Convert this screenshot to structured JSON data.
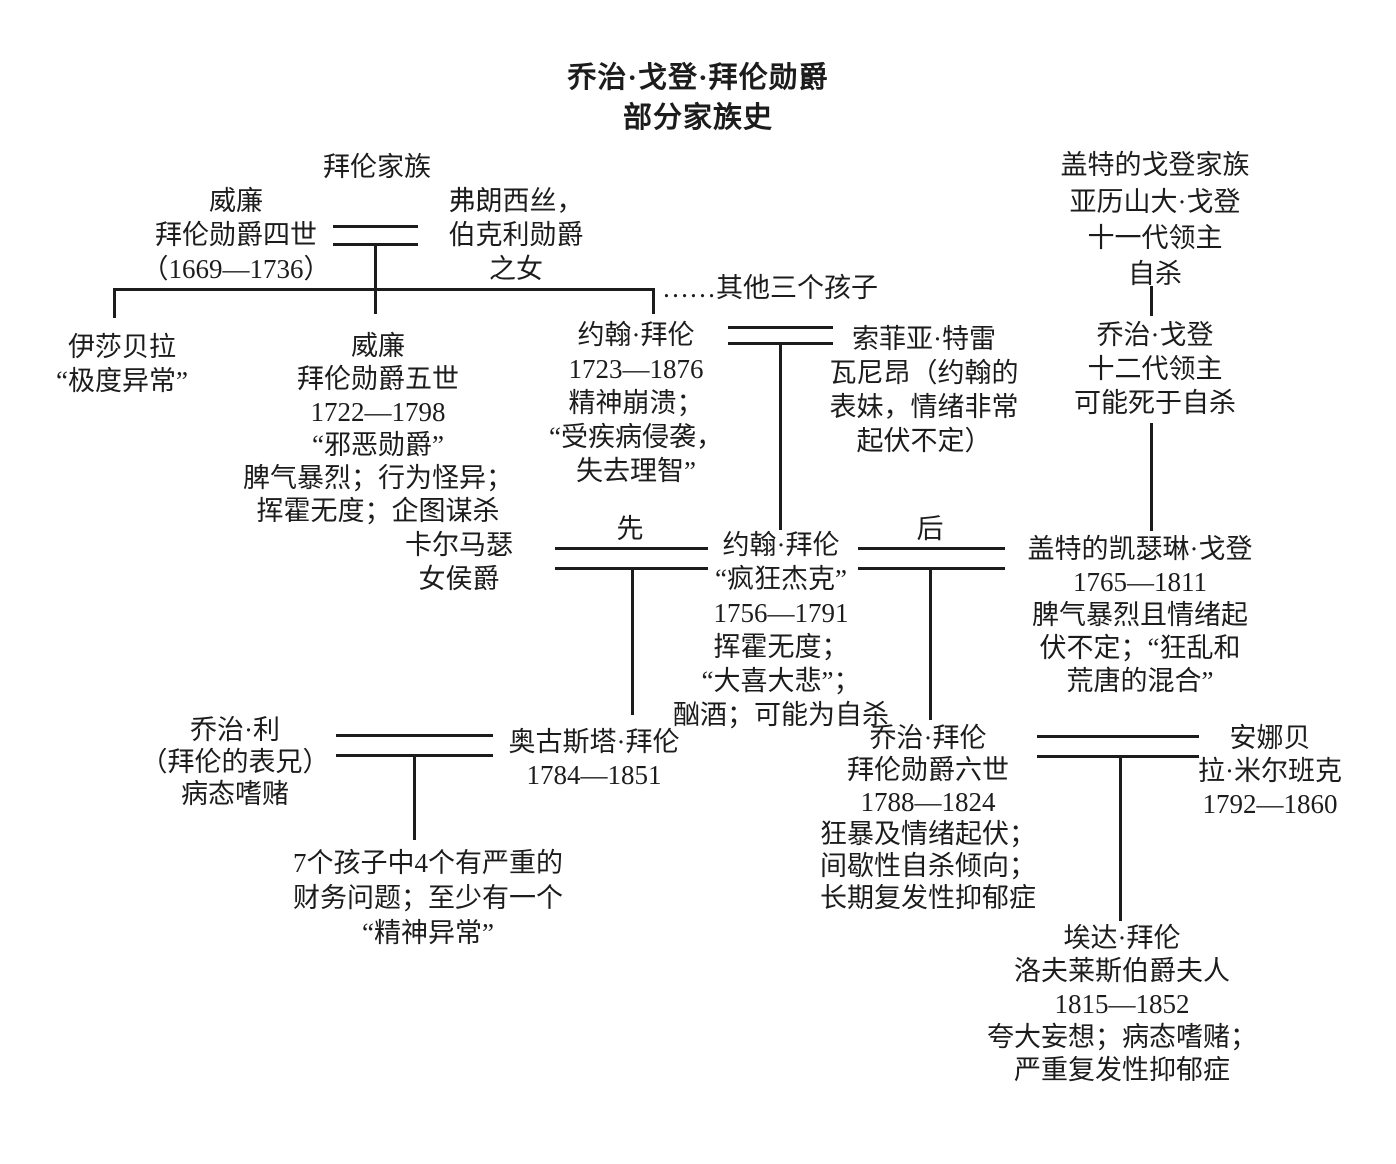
{
  "title": "乔治·戈登·拜伦勋爵\n部分家族史",
  "family_labels": {
    "byron": "拜伦家族",
    "gordon": "盖特的戈登家族"
  },
  "marriage_order_labels": {
    "first": "先",
    "second": "后"
  },
  "notes": {
    "other_children": "……其他三个孩子",
    "leigh_children": "7个孩子中4个有严重的\n财务问题；至少有一个\n“精神异常”"
  },
  "people": {
    "william_byron_4th": "威廉\n拜伦勋爵四世\n（1669—1736）",
    "frances_berkeley": "弗朗西丝，\n伯克利勋爵\n之女",
    "alexander_gordon": "亚历山大·戈登\n十一代领主\n自杀",
    "isabella": "伊莎贝拉\n“极度异常”",
    "william_byron_5th": "威廉\n拜伦勋爵五世\n1722—1798\n“邪恶勋爵”\n脾气暴烈；行为怪异；\n挥霍无度；企图谋杀",
    "john_byron_1723": "约翰·拜伦\n1723—1876\n精神崩溃；\n“受疾病侵袭，\n失去理智”",
    "sophia_trevanion": "索菲亚·特雷\n瓦尼昂（约翰的\n表妹，情绪非常\n起伏不定）",
    "george_gordon_12th": "乔治·戈登\n十二代领主\n可能死于自杀",
    "marchioness_carmarthen": "卡尔马瑟\n女侯爵",
    "john_mad_jack_byron": "约翰·拜伦\n“疯狂杰克”\n1756—1791\n挥霍无度；\n“大喜大悲”；\n酗酒；可能为自杀",
    "catherine_gordon": "盖特的凯瑟琳·戈登\n1765—1811\n脾气暴烈且情绪起\n伏不定；“狂乱和\n荒唐的混合”",
    "george_leigh": "乔治·利\n（拜伦的表兄）\n病态嗜赌",
    "augusta_byron": "奥古斯塔·拜伦\n1784—1851",
    "george_byron_6th": "乔治·拜伦\n拜伦勋爵六世\n1788—1824\n狂暴及情绪起伏；\n间歇性自杀倾向；\n长期复发性抑郁症",
    "annabella_milbanke": "安娜贝\n拉·米尔班克\n1792—1860",
    "ada_byron": "埃达·拜伦\n洛夫莱斯伯爵夫人\n1815—1852\n夸大妄想；病态嗜赌；\n严重复发性抑郁症"
  },
  "colors": {
    "ink": "#1c1c1c",
    "background": "#ffffff"
  }
}
